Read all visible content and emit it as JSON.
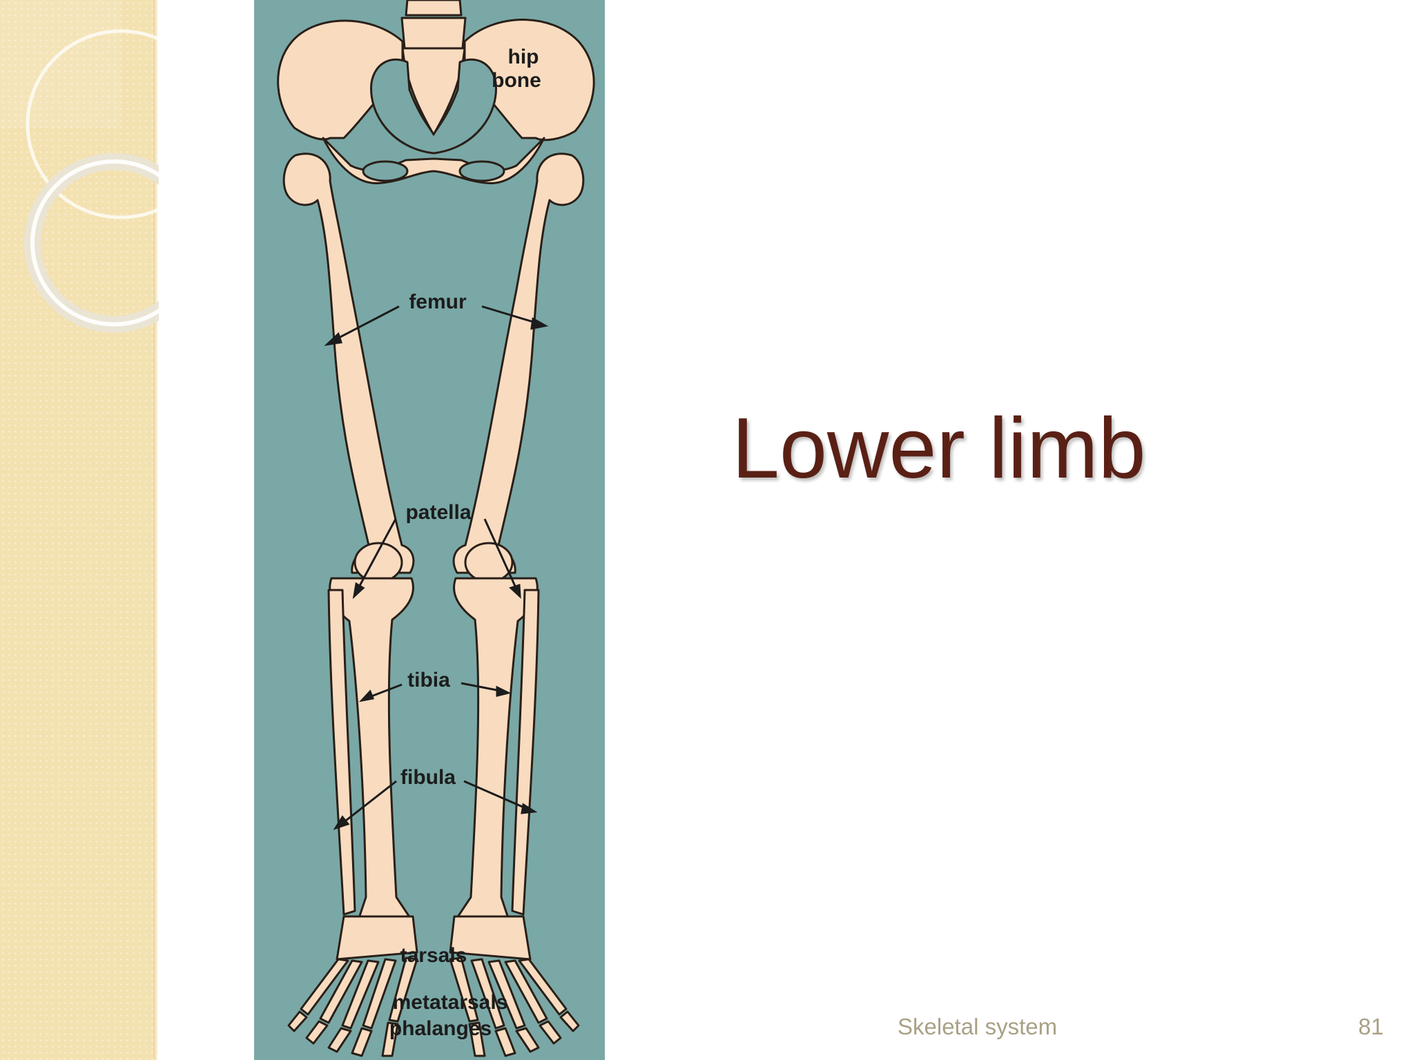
{
  "slide": {
    "title": "Lower limb",
    "footer": "Skeletal system",
    "page_number": "81"
  },
  "diagram": {
    "background_color": "#7aa8a6",
    "bone_color": "#f9dcc0",
    "labels": {
      "hip_line1": "hip",
      "hip_line2": "bone",
      "femur": "femur",
      "patella": "patella",
      "tibia": "tibia",
      "fibula": "fibula",
      "tarsals": "tarsals",
      "metatarsals": "metatarsals",
      "phalanges": "phalanges"
    }
  },
  "theme": {
    "title_color": "#5a2015",
    "footer_color": "#a9a186",
    "side_band_color": "#f3e1b0"
  }
}
